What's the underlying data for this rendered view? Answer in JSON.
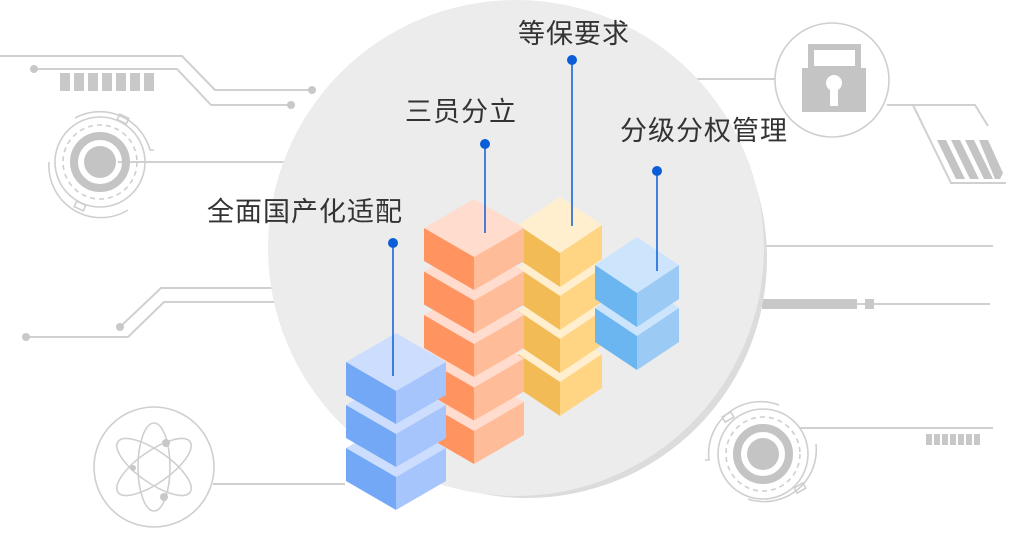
{
  "labels": {
    "localization": "全面国产化适配",
    "separation": "三员分立",
    "compliance": "等保要求",
    "permission": "分级分权管理"
  },
  "columns": [
    {
      "name": "localization",
      "blocks": 3,
      "colors": {
        "top": "#cdddfd",
        "left": "#73a8f7",
        "right": "#a6c5fd"
      }
    },
    {
      "name": "separation",
      "blocks": 5,
      "colors": {
        "top": "#ffdccd",
        "left": "#ff9461",
        "right": "#ffbc99"
      }
    },
    {
      "name": "compliance",
      "blocks": 4,
      "colors": {
        "top": "#ffefce",
        "left": "#f3bb55",
        "right": "#ffd584"
      }
    },
    {
      "name": "permission",
      "blocks": 2,
      "colors": {
        "top": "#cce5fd",
        "left": "#6bb5f1",
        "right": "#9bcaf5"
      }
    }
  ],
  "colors": {
    "accent": "#0b5ed7",
    "circle_fill": "#ececec",
    "circle_rim": "#dcdcdc",
    "decor": "#c8c8c8",
    "text": "#333333"
  },
  "icons": [
    "lock-icon",
    "atom-icon",
    "radar-target-icon",
    "barcode-icon",
    "stripes-icon"
  ]
}
